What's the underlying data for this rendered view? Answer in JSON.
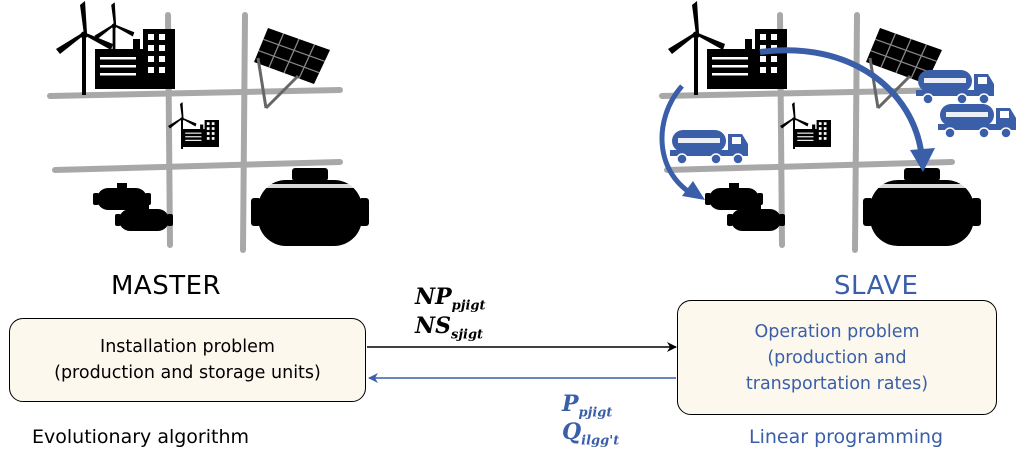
{
  "colors": {
    "black": "#000000",
    "blue": "#3a5fa8",
    "road": "#a8a8a8",
    "box_fill": "#fdf8ee"
  },
  "master": {
    "title": "MASTER",
    "box_lines": [
      "Installation problem",
      "(production and storage units)"
    ],
    "caption": "Evolutionary algorithm"
  },
  "slave": {
    "title": "SLAVE",
    "box_lines": [
      "Operation problem",
      "(production and",
      "transportation rates)"
    ],
    "caption": "Linear programming"
  },
  "forward_vars": [
    {
      "base": "NP",
      "sub": "pjigt"
    },
    {
      "base": "NS",
      "sub": "sjigt"
    }
  ],
  "back_vars": [
    {
      "base": "P",
      "sub": "pjigt"
    },
    {
      "base": "Q",
      "sub": "ilgg't"
    }
  ],
  "icons": [
    "wind-turbine-icon",
    "factory-icon",
    "solar-panel-icon",
    "small-tank-icon",
    "large-tank-icon",
    "tanker-truck-icon"
  ]
}
